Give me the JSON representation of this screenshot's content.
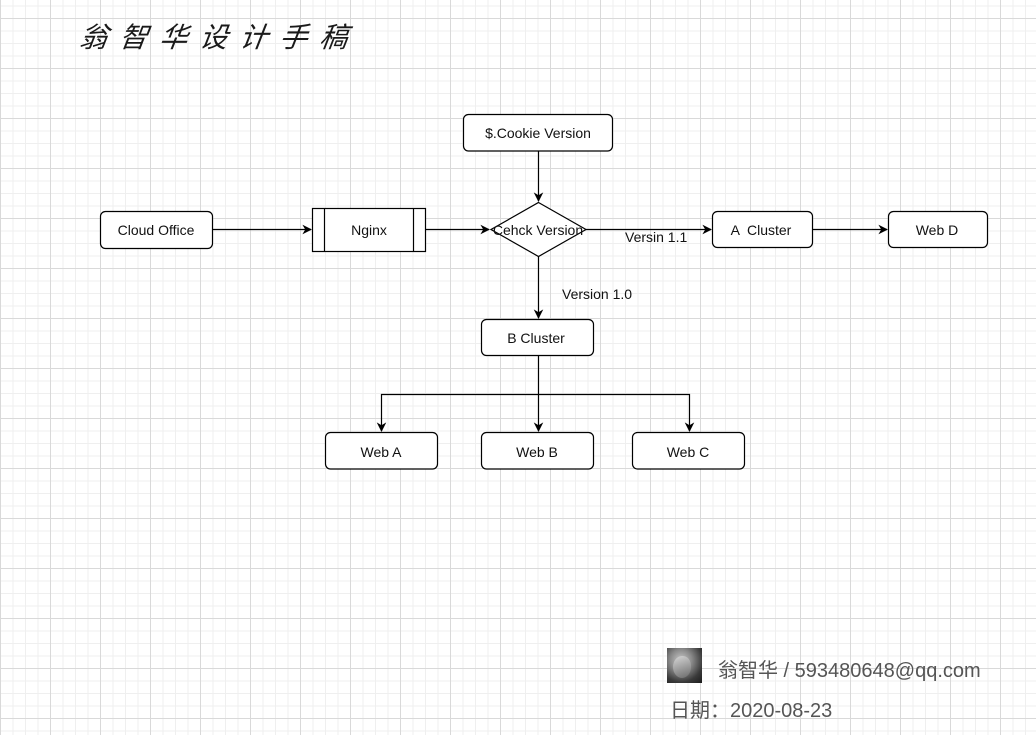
{
  "title": "翁智华设计手稿",
  "nodes": {
    "cloud_office": "Cloud Office",
    "nginx": "Nginx",
    "check_version": "Cehck Version",
    "cookie_version": "$.Cookie Version",
    "a_cluster": "A  Cluster",
    "web_d": "Web D",
    "b_cluster": "B Cluster",
    "web_a": "Web A",
    "web_b": "Web B",
    "web_c": "Web C"
  },
  "edges": {
    "check_to_a_label": "Versin 1.1",
    "check_to_b_label": "Version 1.0"
  },
  "footer": {
    "author": "翁智华 / 593480648@qq.com",
    "date": "日期：2020-08-23",
    "avatar": "author-photo"
  }
}
